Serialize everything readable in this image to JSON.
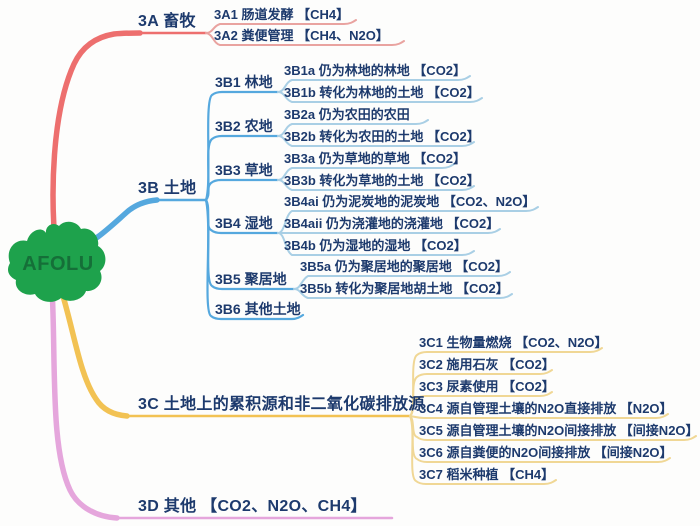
{
  "root": {
    "label": "AFOLU"
  },
  "colors": {
    "text": "#1d3a6d",
    "root_fill": "#1ea24c",
    "root_text": "#156f38",
    "branch_3a": "#ed6f6e",
    "branch_3a_light": "#e9a3a0",
    "branch_3b": "#55a8de",
    "branch_3b_light": "#a9cfe5",
    "branch_3c": "#f2c253",
    "branch_3c_light": "#f0d795",
    "branch_3d": "#e5a6dc"
  },
  "branches": [
    {
      "label": "3A 畜牧",
      "children": [
        {
          "label": "3A1 肠道发酵 【CH4】"
        },
        {
          "label": "3A2 粪便管理 【CH4、N2O】"
        }
      ]
    },
    {
      "label": "3B 土地",
      "children": [
        {
          "label": "3B1 林地",
          "children": [
            {
              "label": "3B1a 仍为林地的林地 【CO2】"
            },
            {
              "label": "3B1b 转化为林地的土地 【CO2】"
            }
          ]
        },
        {
          "label": "3B2 农地",
          "children": [
            {
              "label": "3B2a 仍为农田的农田"
            },
            {
              "label": "3B2b 转化为农田的土地 【CO2】"
            }
          ]
        },
        {
          "label": "3B3 草地",
          "children": [
            {
              "label": "3B3a 仍为草地的草地 【CO2】"
            },
            {
              "label": "3B3b 转化为草地的土地 【CO2】"
            }
          ]
        },
        {
          "label": "3B4 湿地",
          "children": [
            {
              "label": "3B4ai 仍为泥炭地的泥炭地 【CO2、N2O】"
            },
            {
              "label": "3B4aii 仍为浇灌地的浇灌地 【CO2】"
            },
            {
              "label": "3B4b 仍为湿地的湿地 【CO2】"
            }
          ]
        },
        {
          "label": "3B5 聚居地",
          "children": [
            {
              "label": "3B5a 仍为聚居地的聚居地 【CO2】"
            },
            {
              "label": "3B5b 转化为聚居地胡土地 【CO2】"
            }
          ]
        },
        {
          "label": "3B6 其他土地"
        }
      ]
    },
    {
      "label": "3C 土地上的累积源和非二氧化碳排放源",
      "children": [
        {
          "label": "3C1 生物量燃烧 【CO2、N2O】"
        },
        {
          "label": "3C2 施用石灰 【CO2】"
        },
        {
          "label": "3C3 尿素使用 【CO2】"
        },
        {
          "label": "3C4 源自管理土壤的N2O直接排放 【N2O】"
        },
        {
          "label": "3C5 源自管理土壤的N2O间接排放 【间接N2O】"
        },
        {
          "label": "3C6 源自粪便的N2O间接排放 【间接N2O】"
        },
        {
          "label": "3C7 稻米种植 【CH4】"
        }
      ]
    },
    {
      "label": "3D 其他 【CO2、N2O、CH4】"
    }
  ]
}
